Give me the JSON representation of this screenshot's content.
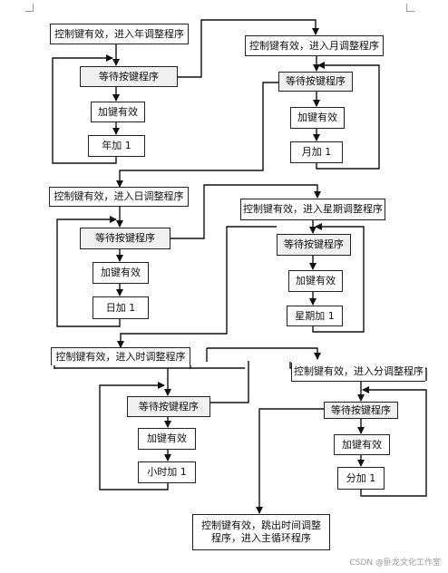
{
  "nodes": {
    "year_entry": "控制键有效，进入年调整程序",
    "year_wait": "等待按键程序",
    "year_valid": "加键有效",
    "year_inc": "年加 1",
    "month_entry": "控制键有效，进入月调整程序",
    "month_wait": "等待按键程序",
    "month_valid": "加键有效",
    "month_inc": "月加 1",
    "day_entry": "控制键有效，进入日调整程序",
    "day_wait": "等待按键程序",
    "day_valid": "加键有效",
    "day_inc": "日加 1",
    "week_entry": "控制键有效，进入星期调整程序",
    "week_wait": "等待按键程序",
    "week_valid": "加键有效",
    "week_inc": "星期加 1",
    "hour_entry": "控制键有效，进入时调整程序",
    "hour_wait": "等待按键程序",
    "hour_valid": "加键有效",
    "hour_inc": "小时加 1",
    "minute_entry": "控制键有效，进入分调整程序",
    "minute_wait": "等待按键程序",
    "minute_valid": "加键有效",
    "minute_inc": "分加 1",
    "exit_line1": "控制键有效，跳出时间调整",
    "exit_line2": "程序，进入主循环程序"
  },
  "watermark": "CSDN @卧龙文化工作室"
}
